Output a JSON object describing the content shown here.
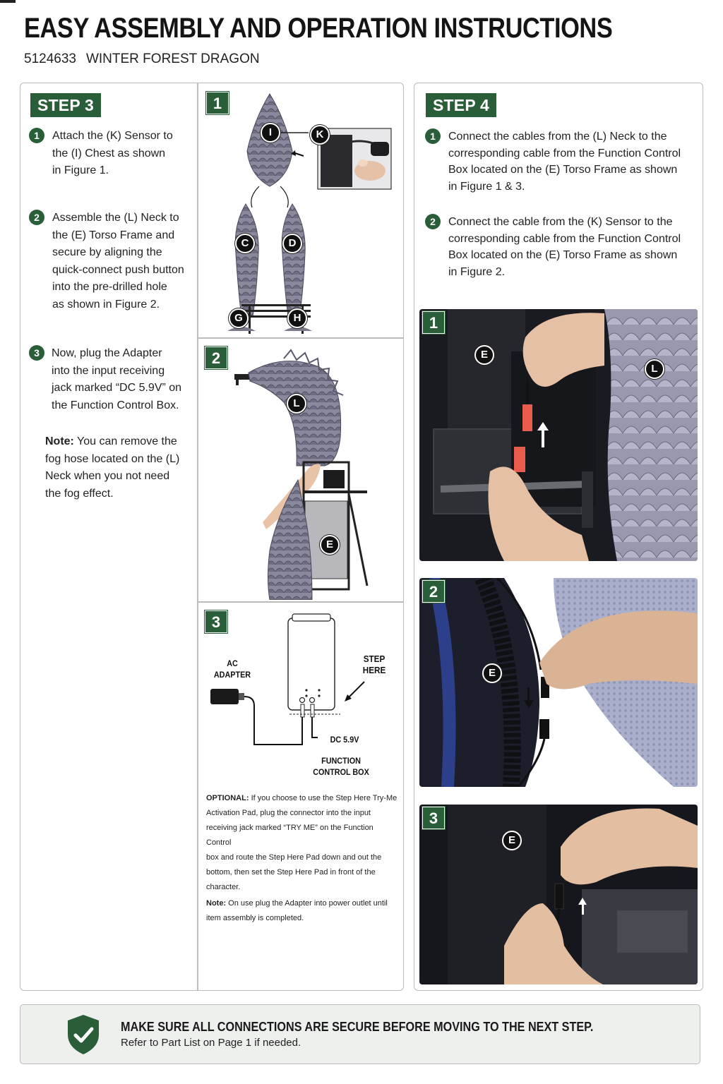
{
  "document": {
    "title": "EASY ASSEMBLY AND OPERATION INSTRUCTIONS",
    "sku": "5124633",
    "product_name": "WINTER FOREST DRAGON"
  },
  "step3": {
    "badge": "STEP 3",
    "items": [
      {
        "num": "1",
        "lines": [
          "Attach the (K) Sensor to",
          "the (I) Chest as shown",
          "in Figure 1."
        ]
      },
      {
        "num": "2",
        "lines": [
          "Assemble the (L) Neck to",
          "the (E) Torso Frame and",
          "secure by aligning the",
          "quick-connect push button",
          "into the pre-drilled hole",
          "as shown in Figure 2."
        ]
      },
      {
        "num": "3",
        "lines": [
          "Now, plug the Adapter",
          "into the input receiving",
          "jack marked “DC 5.9V” on",
          "the Function Control Box."
        ]
      }
    ],
    "note": {
      "label": "Note:",
      "first_line": "You can remove the",
      "lines": [
        "fog hose located on the (L)",
        "Neck when you not need",
        "the fog effect."
      ]
    }
  },
  "step3_figures": {
    "fig1": {
      "num": "1",
      "labels": [
        "I",
        "K",
        "C",
        "D",
        "G",
        "H"
      ]
    },
    "fig2": {
      "num": "2",
      "labels": [
        "L",
        "E"
      ]
    },
    "fig3": {
      "num": "3",
      "ac_adapter": [
        "AC",
        "ADAPTER"
      ],
      "step_here": [
        "STEP",
        "HERE"
      ],
      "dc": "DC 5.9V",
      "function_control_box": [
        "FUNCTION",
        "CONTROL BOX"
      ]
    },
    "optional": {
      "label": "OPTIONAL:",
      "first_line": "If you choose to use the Step Here Try-Me",
      "lines": [
        "Activation Pad, plug the connector into the input",
        "receiving jack marked “TRY ME” on the Function Control",
        "box and route the Step Here Pad down and out the",
        "bottom, then set the Step Here Pad in front of the",
        "character."
      ]
    },
    "note": {
      "label": "Note:",
      "first_line": "On use plug the Adapter into power outlet until",
      "second_line": "item assembly is completed."
    }
  },
  "step4": {
    "badge": "STEP 4",
    "items": [
      {
        "num": "1",
        "lines": [
          "Connect the cables from the (L) Neck to the",
          "corresponding cable from the Function Control",
          "Box located on the (E) Torso Frame as shown",
          "in Figure 1 & 3."
        ]
      },
      {
        "num": "2",
        "lines": [
          "Connect the cable from the (K) Sensor to the",
          "corresponding cable from the Function Control",
          "Box located on the (E) Torso Frame as shown",
          "in Figure 2."
        ]
      }
    ],
    "photos": [
      {
        "num": "1",
        "labels": [
          "E",
          "L"
        ]
      },
      {
        "num": "2",
        "labels": [
          "E"
        ]
      },
      {
        "num": "3",
        "labels": [
          "E"
        ]
      }
    ]
  },
  "footer": {
    "main": "MAKE SURE ALL CONNECTIONS ARE SECURE BEFORE MOVING TO THE NEXT STEP.",
    "sub": "Refer to Part List on Page 1 if needed."
  },
  "colors": {
    "accent_green": "#2a5e38",
    "border": "#b9bcb9",
    "footer_bg": "#eef0ee"
  }
}
